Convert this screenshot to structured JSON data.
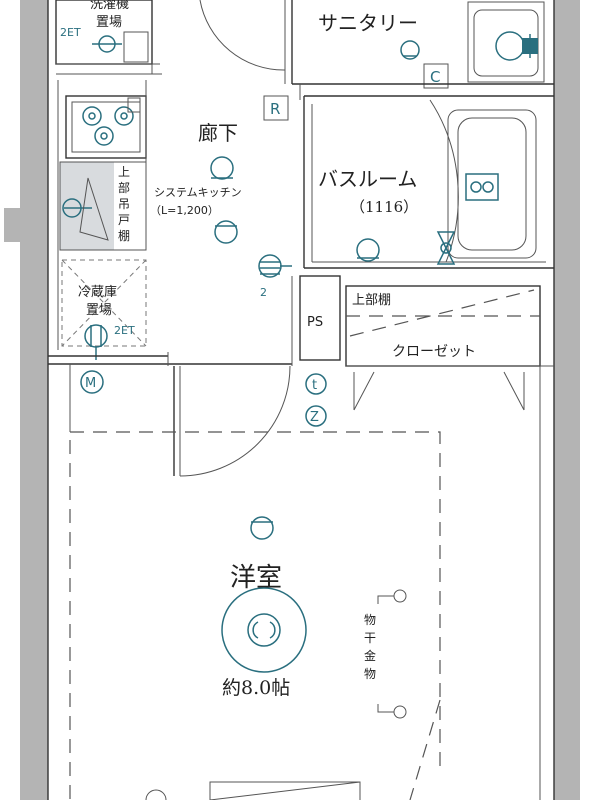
{
  "rooms": {
    "washer": {
      "line1": "洗濯機",
      "line2": "置場"
    },
    "sanitary": "サニタリー",
    "hallway": "廊下",
    "kitchen": {
      "line1": "システムキッチン",
      "line2": "（L=1,200）"
    },
    "bathroom": {
      "line1": "バスルーム",
      "line2": "（1116）"
    },
    "upper_cabinet": [
      "上",
      "部",
      "吊",
      "戸",
      "棚"
    ],
    "fridge": {
      "line1": "冷蔵庫",
      "line2": "置場"
    },
    "ps": "PS",
    "upper_shelf": "上部棚",
    "closet": "クローゼット",
    "western_room": {
      "name": "洋室",
      "size": "約8.0帖"
    },
    "drying_rack": [
      "物",
      "干",
      "金",
      "物"
    ]
  },
  "symbols": {
    "r": "R",
    "c": "C",
    "m": "M",
    "t": "t",
    "z": "Z",
    "two": "2",
    "twenty_t_1": "2ET",
    "twenty_t_2": "2ET"
  }
}
